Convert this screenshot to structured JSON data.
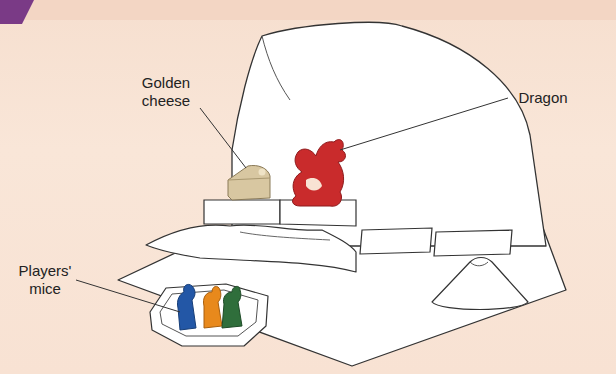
{
  "diagram": {
    "labels": [
      "Golden cheese",
      "Dragon",
      "Players' mice"
    ]
  }
}
